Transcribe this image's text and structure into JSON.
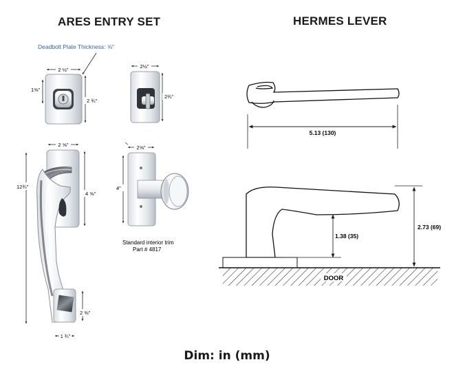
{
  "titles": {
    "left": "ARES ENTRY SET",
    "right": "HERMES LEVER"
  },
  "footer": "Dim: in (mm)",
  "ares": {
    "deadbolt_note": "Deadbolt Plate Thickness: ⅝\"",
    "deadbolt_width": "2 ½\"",
    "deadbolt_cyl_height": "1⅝\"",
    "deadbolt_height": "2 ¾\"",
    "side_width": "2½\"",
    "side_height": "2¾\"",
    "handle_width": "2 ⅝\"",
    "handle_total": "12¾\"",
    "handle_upper": "4 ⅝\"",
    "handle_lower": "2 ⅜\"",
    "handle_bottom": "1 ¾\"",
    "knob_width": "2⅝\"",
    "knob_height": "4\"",
    "trim_line1": "Standard interior trim",
    "trim_line2": "Part # 4817"
  },
  "hermes": {
    "length": "5.13 (130)",
    "height_upper": "1.38 (35)",
    "height_total": "2.73 (69)",
    "door": "DOOR"
  },
  "colors": {
    "dimension_line": "#222222",
    "note_blue": "#2a66b0",
    "chrome_dark": "#5a5f66",
    "chrome_light": "#eef1f4"
  }
}
